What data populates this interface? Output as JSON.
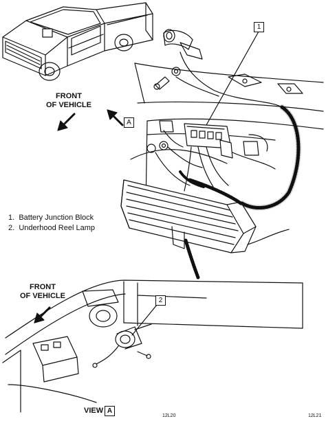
{
  "labels": {
    "front_of_vehicle_top": [
      "FRONT",
      "OF VEHICLE"
    ],
    "front_of_vehicle_bottom": [
      "FRONT",
      "OF VEHICLE"
    ],
    "view_word": "VIEW",
    "view_letter": "A",
    "view_ref_letter": "A",
    "callout_1": "1",
    "callout_2": "2",
    "code_left": "12L20",
    "code_right": "12L21"
  },
  "legend": [
    {
      "number": "1.",
      "text": "Battery Junction Block"
    },
    {
      "number": "2.",
      "text": "Underhood Reel Lamp"
    }
  ],
  "icons": [
    "direction-arrow-icon",
    "view-arrow-icon",
    "pickup-truck-locator-icon"
  ]
}
